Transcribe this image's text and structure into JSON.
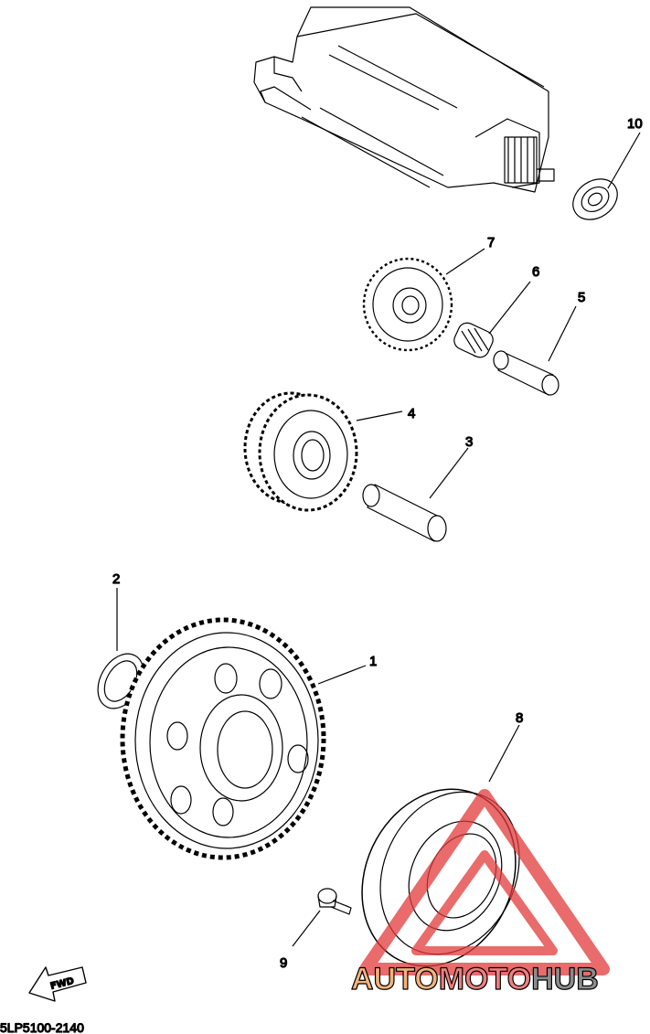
{
  "diagram": {
    "callouts": {
      "p1": "1",
      "p2": "2",
      "p3": "3",
      "p4": "4",
      "p5": "5",
      "p6": "6",
      "p7": "7",
      "p8": "8",
      "p9": "9",
      "p10": "10"
    },
    "fwd_label": "FWD",
    "diagram_code": "5LP5100-2140"
  },
  "watermark": {
    "part_a": "AUTO",
    "part_b": "MOTO",
    "part_c": "HUB",
    "color_a": "#f4b27a",
    "color_b": "#ee7f7f",
    "color_c": "#8c8c8c",
    "triangle_color": "#e23a3a"
  }
}
